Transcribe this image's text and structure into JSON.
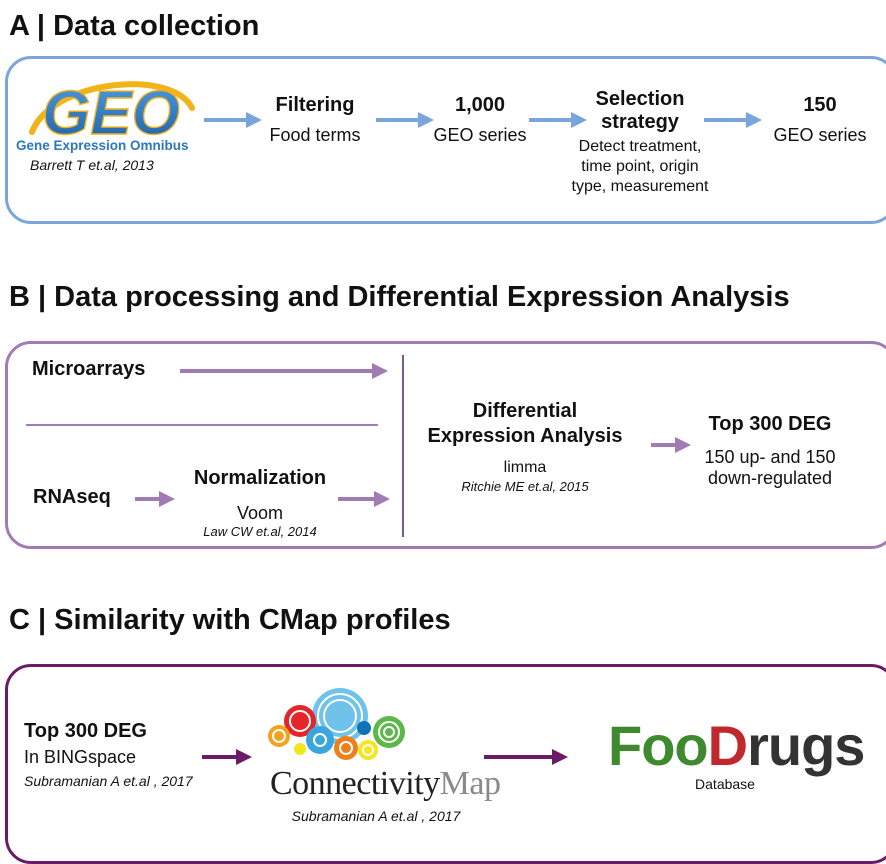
{
  "colors": {
    "panel_a": "#7aa5dc",
    "panel_b": "#a07bb4",
    "panel_c": "#6a1a66",
    "arrow_a": "#7aa5dc",
    "arrow_b": "#a07bb4",
    "arrow_c": "#6a1a66",
    "geo_blue": "#2a79c0",
    "geo_gold": "#f2b318",
    "foodrugs_green": "#3f8a2f",
    "foodrugs_red": "#c0282d",
    "foodrugs_gray": "#333333"
  },
  "section_a": {
    "title": "A | Data collection",
    "geo_logo": {
      "wordmark": "GEO",
      "subtitle": "Gene Expression Omnibus",
      "citation": "Barrett T et.al, 2013"
    },
    "filtering": {
      "title": "Filtering",
      "sub": "Food terms"
    },
    "series_1000": {
      "title": "1,000",
      "sub": "GEO series"
    },
    "selection": {
      "title_line1": "Selection",
      "title_line2": "strategy",
      "detail_line1": "Detect treatment,",
      "detail_line2": "time point, origin",
      "detail_line3": "type, measurement"
    },
    "series_150": {
      "title": "150",
      "sub": "GEO series"
    }
  },
  "section_b": {
    "title": "B | Data processing and Differential Expression Analysis",
    "microarrays": "Microarrays",
    "rnaseq": "RNAseq",
    "normalization": {
      "title": "Normalization",
      "method": "Voom",
      "citation": "Law CW et.al, 2014"
    },
    "dea": {
      "title_line1": "Differential",
      "title_line2": "Expression Analysis",
      "method": "limma",
      "citation": "Ritchie ME et.al, 2015"
    },
    "top_deg": {
      "title": "Top 300 DEG",
      "line1": "150 up- and 150",
      "line2": "down-regulated"
    }
  },
  "section_c": {
    "title": "C | Similarity with CMap profiles",
    "top_deg": {
      "title": "Top 300 DEG",
      "sub": "In BINGspace",
      "citation": "Subramanian A et.al , 2017"
    },
    "cmap": {
      "word1": "Connectivity",
      "word2": "Map",
      "citation": "Subramanian A et.al , 2017"
    },
    "foodrugs": {
      "part_foo": "Foo",
      "part_d": "D",
      "part_rugs": "rugs",
      "sub": "Database"
    }
  }
}
